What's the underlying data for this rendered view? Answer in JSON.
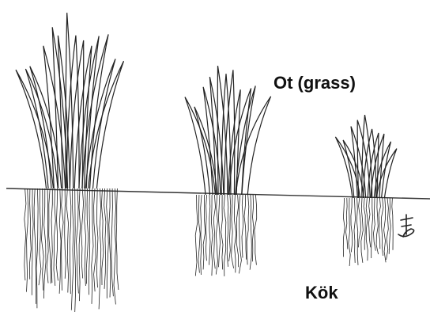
{
  "labels": {
    "grass": "Ot (grass)",
    "root": "Kök"
  },
  "clumps": [
    {
      "name": "large-grass-clump"
    },
    {
      "name": "medium-grass-clump"
    },
    {
      "name": "small-grass-clump"
    }
  ],
  "signature": "artist-signature",
  "colors": {
    "ink": "#222222",
    "background": "#ffffff"
  }
}
